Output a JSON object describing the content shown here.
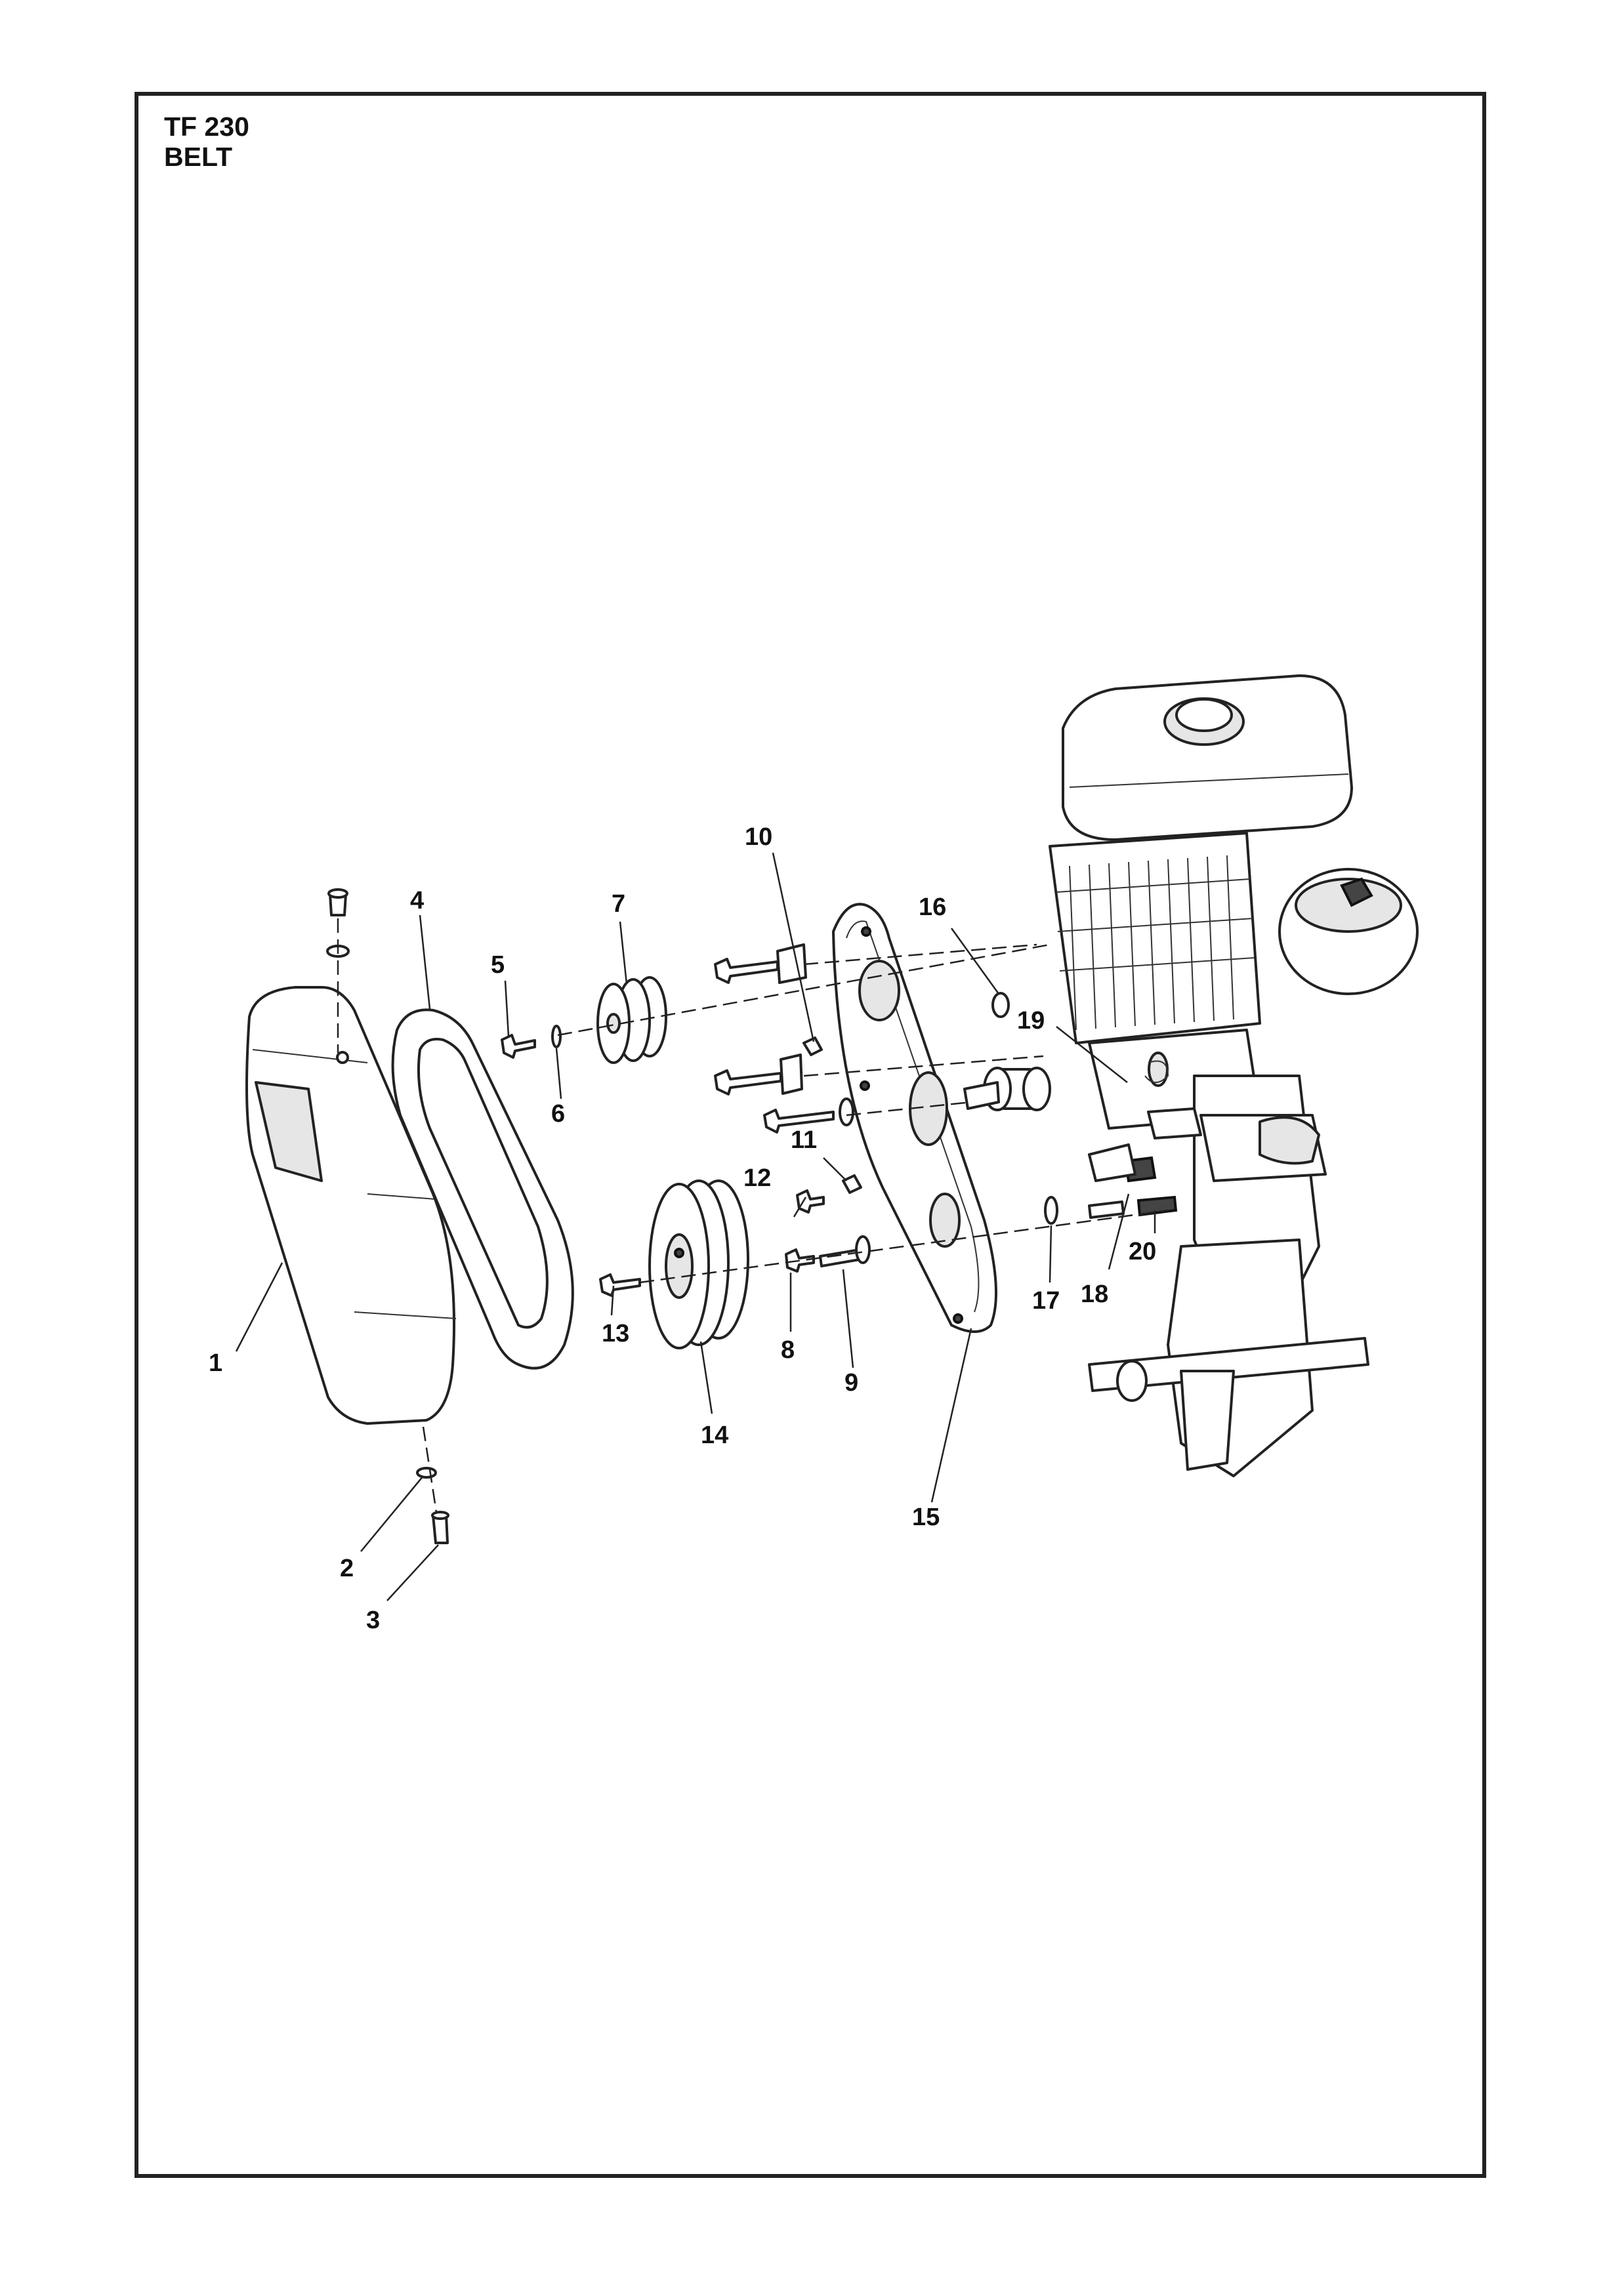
{
  "header": {
    "model": "TF 230",
    "section": "BELT"
  },
  "callouts": [
    {
      "n": "1"
    },
    {
      "n": "2"
    },
    {
      "n": "3"
    },
    {
      "n": "4"
    },
    {
      "n": "5"
    },
    {
      "n": "6"
    },
    {
      "n": "7"
    },
    {
      "n": "8"
    },
    {
      "n": "9"
    },
    {
      "n": "10"
    },
    {
      "n": "11"
    },
    {
      "n": "12"
    },
    {
      "n": "13"
    },
    {
      "n": "14"
    },
    {
      "n": "15"
    },
    {
      "n": "16"
    },
    {
      "n": "17"
    },
    {
      "n": "18"
    },
    {
      "n": "19"
    },
    {
      "n": "20"
    }
  ]
}
